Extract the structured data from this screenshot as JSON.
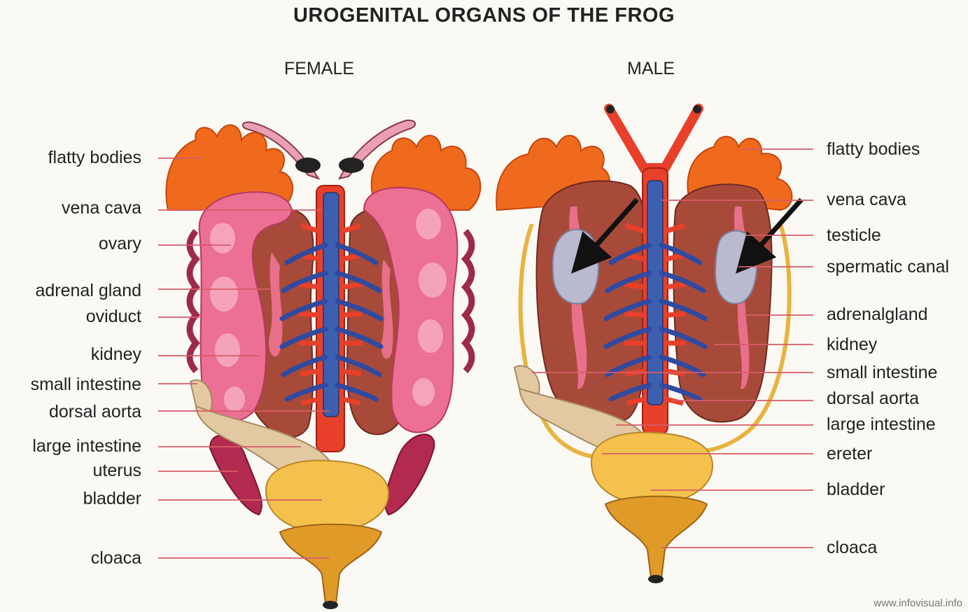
{
  "title": "UROGENITAL ORGANS OF THE FROG",
  "female": {
    "heading": "FEMALE",
    "labels": [
      "flatty bodies",
      "vena cava",
      "ovary",
      "adrenal gland",
      "oviduct",
      "kidney",
      "small intestine",
      "dorsal aorta",
      "large intestine",
      "uterus",
      "bladder",
      "cloaca"
    ]
  },
  "male": {
    "heading": "MALE",
    "labels": [
      "flatty bodies",
      "vena cava",
      "testicle",
      "spermatic canal",
      "adrenalgland",
      "kidney",
      "small intestine",
      "dorsal aorta",
      "large intestine",
      "ereter",
      "bladder",
      "cloaca"
    ]
  },
  "credit": "www.infovisual.info",
  "colors": {
    "fat_bodies": "#f06a1e",
    "ovary": "#ec6f94",
    "kidney": "#a84a3a",
    "vena_cava": "#3d5fb0",
    "aorta": "#e8402a",
    "bladder": "#f5c14d",
    "cloaca": "#e09a28",
    "testicle": "#b9b9cf",
    "leader_line": "#d85c6a",
    "arrow": "#111111"
  }
}
